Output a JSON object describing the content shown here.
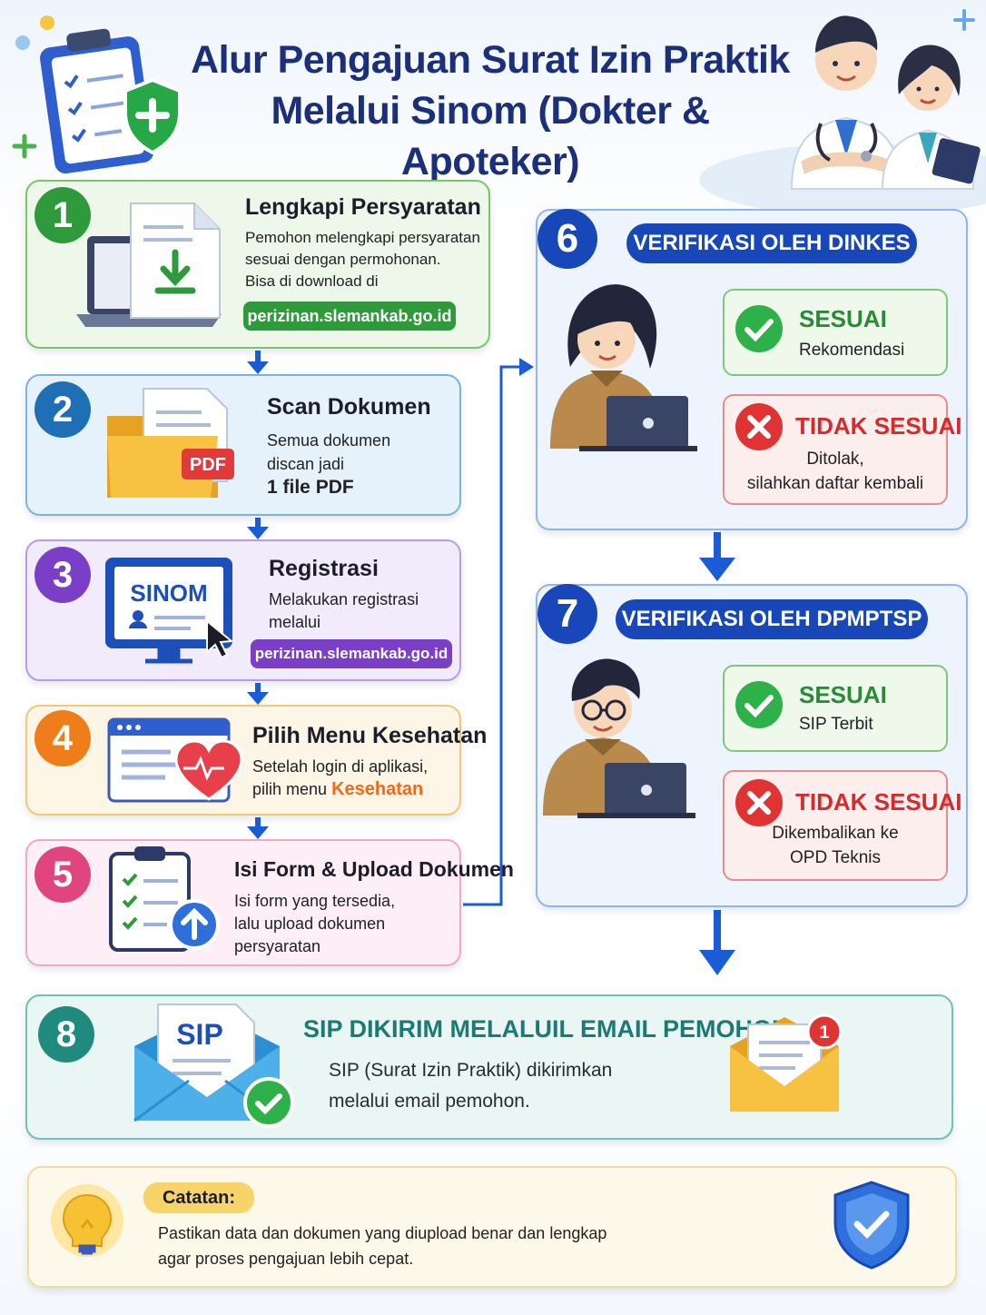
{
  "title": {
    "line1": "Alur Pengajuan Surat Izin Praktik",
    "line2": "Melalui Sinom (Dokter & Apoteker)"
  },
  "steps": [
    {
      "number": "1",
      "title": "Lengkapi Persyaratan",
      "desc": [
        "Pemohon melengkapi persyaratan",
        "sesuai dengan permohonan.",
        "Bisa di download di"
      ],
      "link": "perizinan.slemankab.go.id",
      "color": "#2e9a3c"
    },
    {
      "number": "2",
      "title": "Scan Dokumen",
      "desc": [
        "Semua dokumen",
        "discan jadi"
      ],
      "emphasis": "1 file PDF",
      "icon_label": "PDF",
      "color": "#1e6fb5"
    },
    {
      "number": "3",
      "title": "Registrasi",
      "desc": [
        "Melakukan registrasi",
        "melalui"
      ],
      "link": "perizinan.slemankab.go.id",
      "icon_label": "SINOM",
      "color": "#7b3fc7"
    },
    {
      "number": "4",
      "title": "Pilih Menu Kesehatan",
      "desc": [
        "Setelah login di aplikasi,",
        "pilih menu"
      ],
      "highlight": "Kesehatan",
      "color": "#ef7d1a"
    },
    {
      "number": "5",
      "title": "Isi Form & Upload Dokumen",
      "desc": [
        "Isi form yang tersedia,",
        "lalu upload dokumen",
        "persyaratan"
      ],
      "color": "#e0457e"
    }
  ],
  "verification": [
    {
      "number": "6",
      "header": "VERIFIKASI OLEH DINKES",
      "ok": {
        "title": "SESUAI",
        "desc": [
          "Rekomendasi"
        ]
      },
      "no": {
        "title": "TIDAK SESUAI",
        "desc": [
          "Ditolak,",
          "silahkan daftar kembali"
        ]
      }
    },
    {
      "number": "7",
      "header": "VERIFIKASI OLEH DPMPTSP",
      "ok": {
        "title": "SESUAI",
        "desc": [
          "SIP Terbit"
        ]
      },
      "no": {
        "title": "TIDAK SESUAI",
        "desc": [
          "Dikembalikan ke",
          "OPD Teknis"
        ]
      }
    }
  ],
  "final": {
    "number": "8",
    "title": "SIP DIKIRIM MELALUIL EMAIL PEMOHON",
    "desc": [
      "SIP (Surat Izin Praktik) dikirimkan",
      "melalui email pemohon."
    ],
    "icon_label": "SIP",
    "badge": "1"
  },
  "note": {
    "label": "Catatan:",
    "desc": [
      "Pastikan data dan dokumen yang diupload benar dan lengkap",
      "agar proses pengajuan lebih cepat."
    ]
  },
  "colors": {
    "blue": "#1747b8",
    "green": "#2e9a3c",
    "red": "#e03434",
    "arrow": "#1a5bd6"
  }
}
